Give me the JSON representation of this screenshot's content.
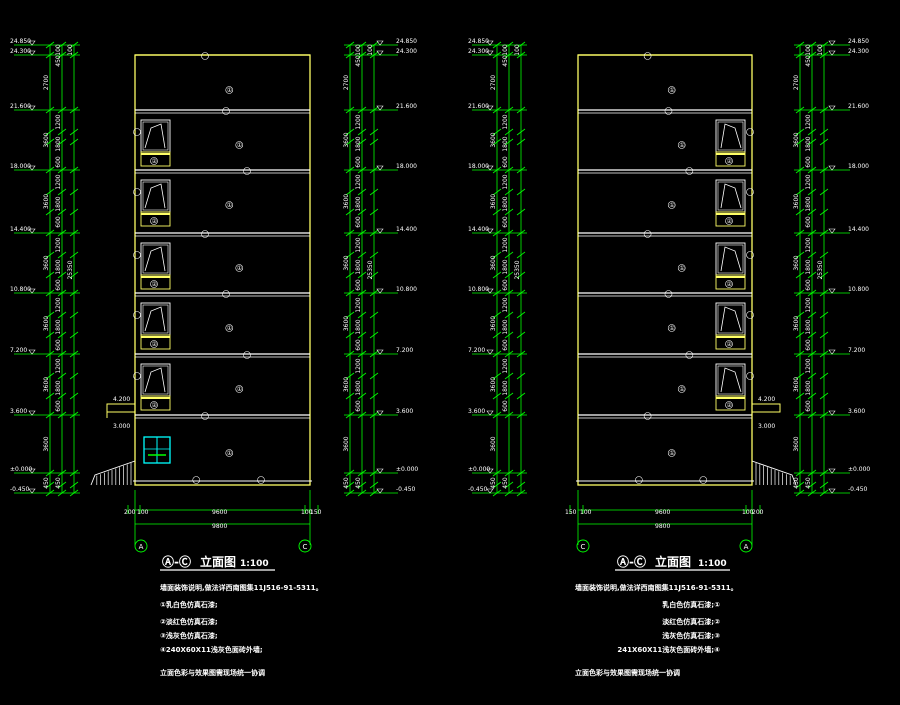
{
  "left": {
    "title_prefix": "Ⓐ-Ⓒ",
    "title": "立面图",
    "scale": "1:100",
    "grid_left": "A",
    "grid_right": "C",
    "dims_bottom": [
      "200",
      "100",
      "9600",
      "100",
      "150"
    ],
    "total_width": "9800",
    "notes": [
      "墙面装饰说明,做法详西南图集11J516-91-5311。",
      "①乳白色仿真石漆;",
      "②淡红色仿真石漆;",
      "③浅灰色仿真石漆;",
      "④240X60X11浅灰色面砖外墙;",
      "立面色彩与效果图需现场统一协调"
    ]
  },
  "right": {
    "title_prefix": "Ⓐ-Ⓒ",
    "title": "立面图",
    "scale": "1:100",
    "grid_left": "C",
    "grid_right": "A",
    "dims_bottom": [
      "150",
      "100",
      "9600",
      "100",
      "200"
    ],
    "total_width": "9800",
    "notes": [
      "墙面装饰说明,做法详西南图集11J516-91-5311。",
      "乳白色仿真石漆;①",
      "淡红色仿真石漆;②",
      "浅灰色仿真石漆;③",
      "241X60X11浅灰色面砖外墙;④",
      "立面色彩与效果图需现场统一协调"
    ]
  },
  "elevations": [
    "24.850",
    "24.300",
    "21.600",
    "18.000",
    "14.400",
    "10.800",
    "7.200",
    "4.200",
    "3.600",
    "3.000",
    "±0.000",
    "-0.450"
  ],
  "floor_dims": [
    "100",
    "450",
    "2700",
    "3600",
    "3600",
    "3600",
    "3600",
    "3600",
    "3600",
    "450"
  ],
  "total_height": "25350",
  "window_dims": [
    "1200",
    "1800",
    "600"
  ],
  "material_tags": [
    "①",
    "②",
    "③",
    "④"
  ],
  "colors": {
    "background": "#000000",
    "building": "#ffff66",
    "dimension": "#00ff00",
    "text": "#ffffff",
    "window": "#ffffff",
    "door": "#00ffff"
  }
}
